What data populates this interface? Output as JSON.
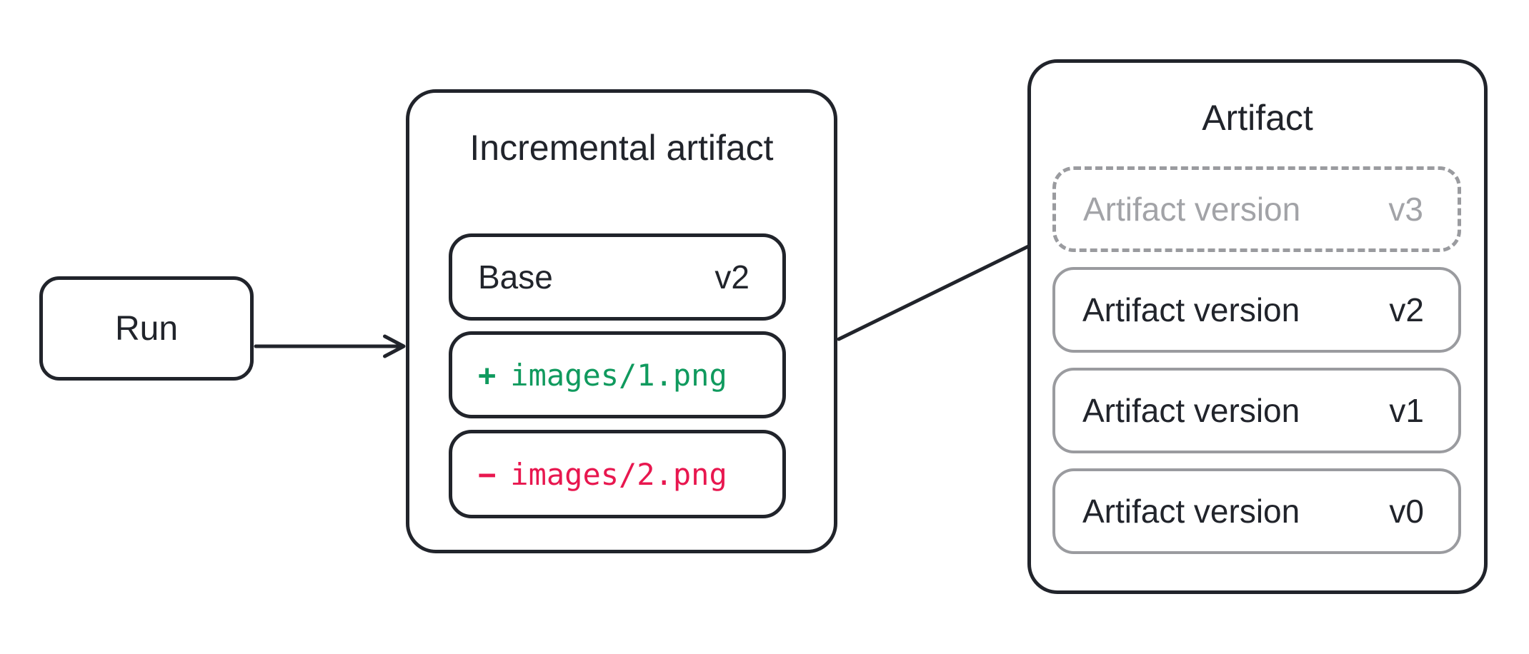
{
  "colors": {
    "ink": "#21242b",
    "gray_border": "#9a9b9f",
    "gray_text": "#a2a3a7",
    "added_green": "#109a5e",
    "removed_red": "#e8174f",
    "background": "#ffffff"
  },
  "run": {
    "label": "Run"
  },
  "incremental": {
    "title": "Incremental artifact",
    "base": {
      "label": "Base",
      "version": "v2"
    },
    "added": {
      "marker": "+",
      "path": "images/1.png"
    },
    "removed": {
      "marker": "−",
      "path": "images/2.png"
    }
  },
  "artifact": {
    "title": "Artifact",
    "versions": [
      {
        "label": "Artifact version",
        "version": "v3",
        "state": "pending"
      },
      {
        "label": "Artifact version",
        "version": "v2",
        "state": "committed"
      },
      {
        "label": "Artifact version",
        "version": "v1",
        "state": "committed"
      },
      {
        "label": "Artifact version",
        "version": "v0",
        "state": "committed"
      }
    ]
  }
}
